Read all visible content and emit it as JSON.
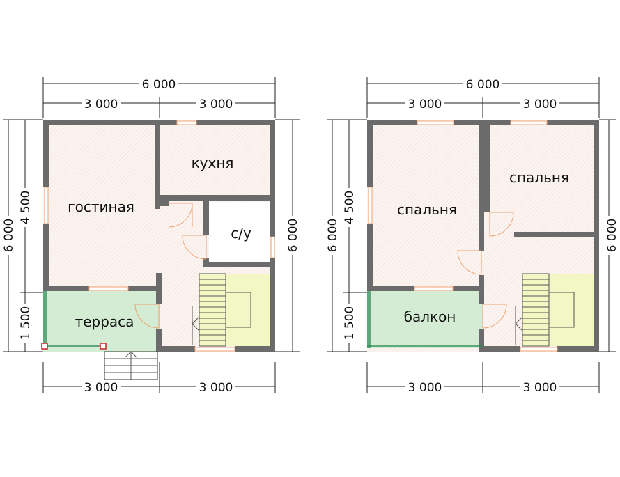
{
  "plans": [
    {
      "name": "ground-floor",
      "dims": {
        "top_total": "6 000",
        "top_left": "3 000",
        "top_right": "3 000",
        "bottom_left": "3 000",
        "bottom_right": "3 000",
        "left_total": "6 000",
        "left_upper": "4 500",
        "left_lower": "1 500",
        "right_total": "6 000"
      },
      "rooms": {
        "living": "гостиная",
        "kitchen": "кухня",
        "bath": "с/у",
        "terrace": "терраса"
      }
    },
    {
      "name": "upper-floor",
      "dims": {
        "top_total": "6 000",
        "top_left": "3 000",
        "top_right": "3 000",
        "bottom_left": "3 000",
        "bottom_right": "3 000",
        "left_total": "6 000",
        "left_upper": "4 500",
        "left_lower": "1 500",
        "right_total": "6 000"
      },
      "rooms": {
        "bedroom1": "спальня",
        "bedroom2": "спальня",
        "balcony": "балкон"
      }
    }
  ],
  "colors": {
    "wall": "#6b6b6b",
    "floor": "#fbf3ef",
    "terrace": "#d4ecd4",
    "stair": "#f3f7c4",
    "bath": "#ffffff",
    "door": "#f0a070"
  }
}
